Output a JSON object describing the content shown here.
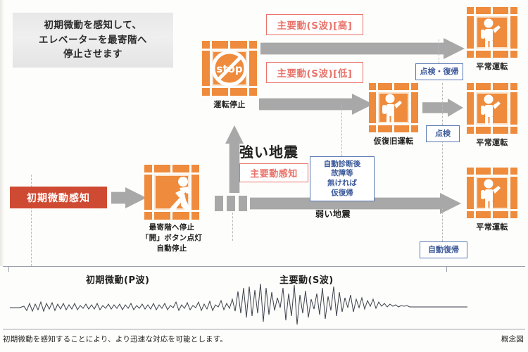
{
  "header_note": {
    "lines": [
      "初期微動を感知して、",
      "エレベーターを最寄階へ",
      "停止させます"
    ]
  },
  "trigger": {
    "label": "初期微動感知"
  },
  "nodes": {
    "nearest_floor": {
      "icon": "elevator-running-person-icon",
      "caption_lines": [
        "最寄階へ停止",
        "「開」ボタン点灯",
        "自動停止"
      ]
    },
    "operation_stop": {
      "icon": "elevator-stop-sign-icon",
      "caption": "運転停止"
    },
    "temporary_recovery": {
      "icon": "elevator-standing-person-icon",
      "caption": "仮復旧運転"
    },
    "normal_top": {
      "icon": "elevator-standing-person-icon",
      "caption": "平常運転"
    },
    "normal_middle": {
      "icon": "elevator-standing-person-icon",
      "caption": "平常運転"
    },
    "normal_bottom": {
      "icon": "elevator-standing-person-icon",
      "caption": "平常運転"
    }
  },
  "red_boxes": {
    "s_wave_high": "主要動(S波)[高]",
    "s_wave_low": "主要動(S波)[低]",
    "main_motion_detect": "主要動感知"
  },
  "blue_boxes": {
    "inspect_recover": "点検・復帰",
    "inspect": "点検",
    "auto_recover": "自動復帰",
    "diagnosis_lines": [
      "自動診断後",
      "故障等",
      "無ければ",
      "仮復帰"
    ]
  },
  "quake_labels": {
    "strong": "強い地震",
    "weak": "弱い地震"
  },
  "chart_data": {
    "type": "line",
    "title": "",
    "xlabel": "",
    "ylabel": "",
    "annotations": [
      "初期微動(P波)",
      "主要動(S波)"
    ],
    "p_wave_label": "初期微動(P波)",
    "s_wave_label": "主要動(S波)"
  },
  "footer": {
    "caption": "初期微動を感知することにより、より迅速な対応を可能とします。",
    "note": "概念図"
  },
  "colors": {
    "orange": "#ef8b3c",
    "red_fill": "#cf4a32",
    "red_outline": "#e8736a",
    "blue_outline": "#5878b4",
    "arrow_grey": "#a8a8a8"
  }
}
